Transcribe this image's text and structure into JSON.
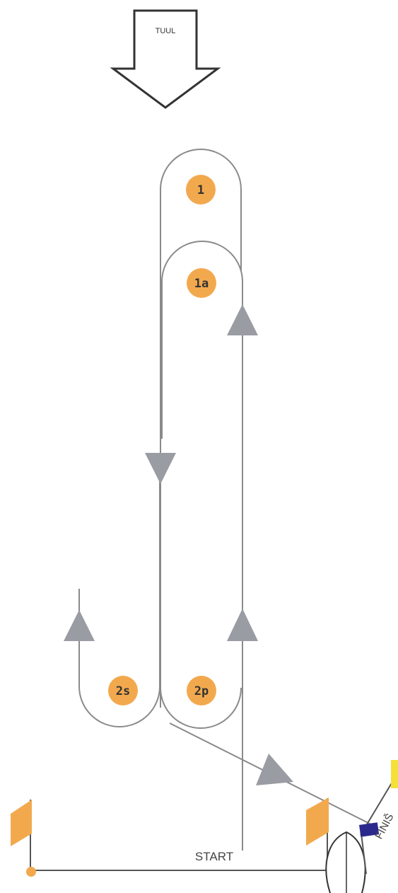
{
  "wind": {
    "label": "TUUL"
  },
  "marks": [
    {
      "id": "mark-1",
      "label": "1"
    },
    {
      "id": "mark-1a",
      "label": "1a"
    },
    {
      "id": "mark-2s",
      "label": "2s"
    },
    {
      "id": "mark-2p",
      "label": "2p"
    }
  ],
  "start_line": {
    "label": "START"
  },
  "finish_line": {
    "label": "FINIŠ"
  },
  "colors": {
    "course_line": "#8a8a8a",
    "arrow": "#9a9ca3",
    "mark_fill": "#f2a94e",
    "flag_orange": "#f2a94e",
    "flag_blue": "#2b2a8c",
    "flag_yellow": "#f5e03a",
    "outline": "#333333"
  }
}
